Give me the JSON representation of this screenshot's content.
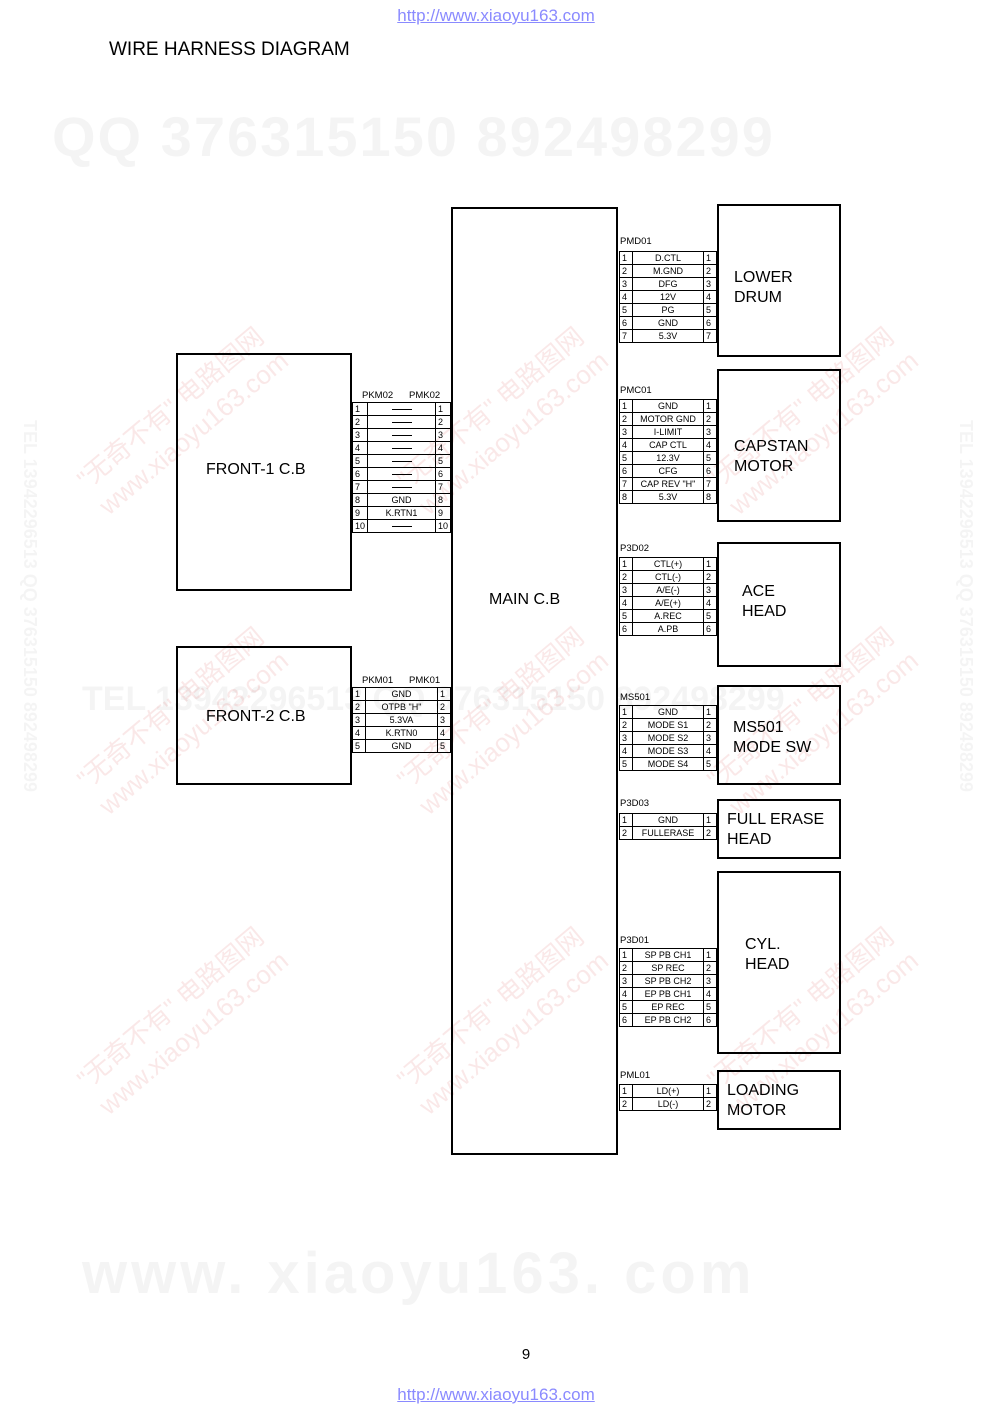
{
  "header_url": "http://www.xiaoyu163.com",
  "footer_url": "http://www.xiaoyu163.com",
  "title": "WIRE HARNESS DIAGRAM",
  "page_number": "9",
  "watermarks": {
    "qq_line": "QQ 376315150    892498299",
    "tel_line": "TEL 13942296513    QQ 376315150    892498299",
    "bottom": "www. xiaoyu163. com",
    "vertical": "TEL 13942296513  QQ 376315150  892498299",
    "stamp_cn": "\"无奇不有\" 电路图网",
    "stamp_url": "www.xiaoyu163.com"
  },
  "boards": {
    "main": "MAIN C.B",
    "front1": "FRONT-1 C.B",
    "front2": "FRONT-2 C.B",
    "lower_drum": [
      "LOWER",
      "DRUM"
    ],
    "capstan": [
      "CAPSTAN",
      "MOTOR"
    ],
    "ace": [
      "ACE",
      "HEAD"
    ],
    "ms501": [
      "MS501",
      "MODE SW"
    ],
    "full_erase": [
      "FULL ERASE",
      "HEAD"
    ],
    "cyl": [
      "CYL.",
      "HEAD"
    ],
    "loading": [
      "LOADING",
      "MOTOR"
    ]
  },
  "connectors": {
    "front1": {
      "left_label": "PKM02",
      "right_label": "PMK02",
      "rows": [
        {
          "l": "1",
          "sig": "",
          "r": "1"
        },
        {
          "l": "2",
          "sig": "",
          "r": "2"
        },
        {
          "l": "3",
          "sig": "",
          "r": "3"
        },
        {
          "l": "4",
          "sig": "",
          "r": "4"
        },
        {
          "l": "5",
          "sig": "",
          "r": "5"
        },
        {
          "l": "6",
          "sig": "",
          "r": "6"
        },
        {
          "l": "7",
          "sig": "",
          "r": "7"
        },
        {
          "l": "8",
          "sig": "GND",
          "r": "8"
        },
        {
          "l": "9",
          "sig": "K.RTN1",
          "r": "9"
        },
        {
          "l": "10",
          "sig": "",
          "r": "10"
        }
      ]
    },
    "front2": {
      "left_label": "PKM01",
      "right_label": "PMK01",
      "rows": [
        {
          "l": "1",
          "sig": "GND",
          "r": "1"
        },
        {
          "l": "2",
          "sig": "OTPB \"H\"",
          "r": "2"
        },
        {
          "l": "3",
          "sig": "5.3VA",
          "r": "3"
        },
        {
          "l": "4",
          "sig": "K.RTN0",
          "r": "4"
        },
        {
          "l": "5",
          "sig": "GND",
          "r": "5"
        }
      ]
    },
    "pmd01": {
      "label": "PMD01",
      "rows": [
        {
          "l": "1",
          "sig": "D.CTL",
          "r": "1"
        },
        {
          "l": "2",
          "sig": "M.GND",
          "r": "2"
        },
        {
          "l": "3",
          "sig": "DFG",
          "r": "3"
        },
        {
          "l": "4",
          "sig": "12V",
          "r": "4"
        },
        {
          "l": "5",
          "sig": "PG",
          "r": "5"
        },
        {
          "l": "6",
          "sig": "GND",
          "r": "6"
        },
        {
          "l": "7",
          "sig": "5.3V",
          "r": "7"
        }
      ]
    },
    "pmc01": {
      "label": "PMC01",
      "rows": [
        {
          "l": "1",
          "sig": "GND",
          "r": "1"
        },
        {
          "l": "2",
          "sig": "MOTOR GND",
          "r": "2"
        },
        {
          "l": "3",
          "sig": "I-LIMIT",
          "r": "3"
        },
        {
          "l": "4",
          "sig": "CAP CTL",
          "r": "4"
        },
        {
          "l": "5",
          "sig": "12.3V",
          "r": "5"
        },
        {
          "l": "6",
          "sig": "CFG",
          "r": "6"
        },
        {
          "l": "7",
          "sig": "CAP REV \"H\"",
          "r": "7"
        },
        {
          "l": "8",
          "sig": "5.3V",
          "r": "8"
        }
      ]
    },
    "p3d02": {
      "label": "P3D02",
      "rows": [
        {
          "l": "1",
          "sig": "CTL(+)",
          "r": "1"
        },
        {
          "l": "2",
          "sig": "CTL(-)",
          "r": "2"
        },
        {
          "l": "3",
          "sig": "A/E(-)",
          "r": "3"
        },
        {
          "l": "4",
          "sig": "A/E(+)",
          "r": "4"
        },
        {
          "l": "5",
          "sig": "A.REC",
          "r": "5"
        },
        {
          "l": "6",
          "sig": "A.PB",
          "r": "6"
        }
      ]
    },
    "ms501": {
      "label": "MS501",
      "rows": [
        {
          "l": "1",
          "sig": "GND",
          "r": "1"
        },
        {
          "l": "2",
          "sig": "MODE S1",
          "r": "2"
        },
        {
          "l": "3",
          "sig": "MODE S2",
          "r": "3"
        },
        {
          "l": "4",
          "sig": "MODE S3",
          "r": "4"
        },
        {
          "l": "5",
          "sig": "MODE S4",
          "r": "5"
        }
      ]
    },
    "p3d03": {
      "label": "P3D03",
      "rows": [
        {
          "l": "1",
          "sig": "GND",
          "r": "1"
        },
        {
          "l": "2",
          "sig": "FULLERASE",
          "r": "2"
        }
      ]
    },
    "p3d01": {
      "label": "P3D01",
      "rows": [
        {
          "l": "1",
          "sig": "SP PB CH1",
          "r": "1"
        },
        {
          "l": "2",
          "sig": "SP REC",
          "r": "2"
        },
        {
          "l": "3",
          "sig": "SP PB CH2",
          "r": "3"
        },
        {
          "l": "4",
          "sig": "EP PB CH1",
          "r": "4"
        },
        {
          "l": "5",
          "sig": "EP REC",
          "r": "5"
        },
        {
          "l": "6",
          "sig": "EP PB CH2",
          "r": "6"
        }
      ]
    },
    "pml01": {
      "label": "PML01",
      "rows": [
        {
          "l": "1",
          "sig": "LD(+)",
          "r": "1"
        },
        {
          "l": "2",
          "sig": "LD(-)",
          "r": "2"
        }
      ]
    }
  }
}
